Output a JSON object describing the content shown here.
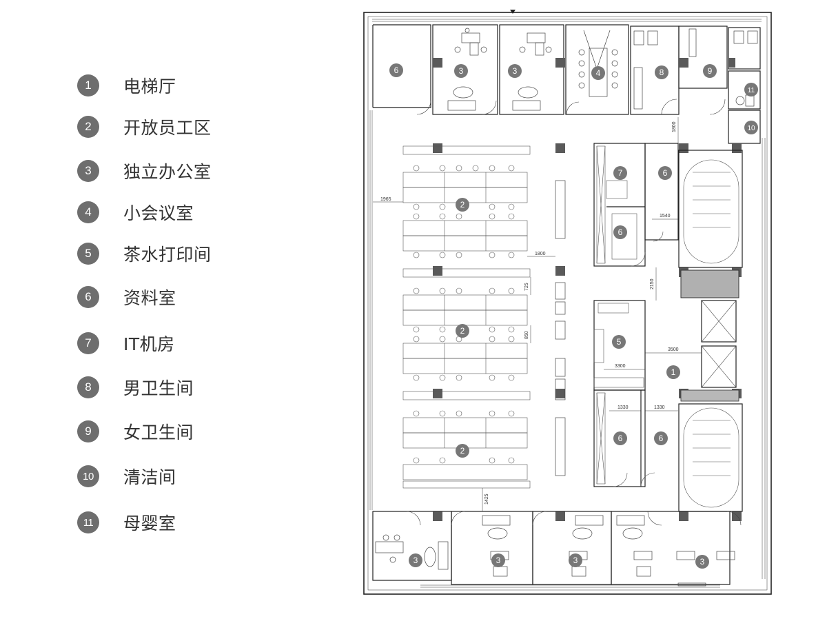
{
  "legend": [
    {
      "num": "1",
      "label": "电梯厅"
    },
    {
      "num": "2",
      "label": "开放员工区"
    },
    {
      "num": "3",
      "label": "独立办公室"
    },
    {
      "num": "4",
      "label": "小会议室"
    },
    {
      "num": "5",
      "label": "茶水打印间"
    },
    {
      "num": "6",
      "label": "资料室"
    },
    {
      "num": "7",
      "label": "IT机房"
    },
    {
      "num": "8",
      "label": "男卫生间"
    },
    {
      "num": "9",
      "label": "女卫生间"
    },
    {
      "num": "10",
      "label": "清洁间"
    },
    {
      "num": "11",
      "label": "母婴室"
    }
  ],
  "plan": {
    "room_markers": [
      {
        "num": "6"
      },
      {
        "num": "3"
      },
      {
        "num": "3"
      },
      {
        "num": "4"
      },
      {
        "num": "8"
      },
      {
        "num": "9"
      },
      {
        "num": "11"
      },
      {
        "num": "10"
      },
      {
        "num": "7"
      },
      {
        "num": "6"
      },
      {
        "num": "6"
      },
      {
        "num": "2"
      },
      {
        "num": "2"
      },
      {
        "num": "5"
      },
      {
        "num": "1"
      },
      {
        "num": "6"
      },
      {
        "num": "6"
      },
      {
        "num": "2"
      },
      {
        "num": "3"
      },
      {
        "num": "3"
      },
      {
        "num": "3"
      },
      {
        "num": "3"
      }
    ],
    "dimensions": {
      "d1965": "1965",
      "d1800a": "1800",
      "d1800b": "1800",
      "d1540": "1540",
      "d2150": "2150",
      "d3500": "3500",
      "d3300": "3300",
      "d1330a": "1330",
      "d1330b": "1330",
      "d1425": "1425",
      "d725": "725",
      "d850": "850"
    }
  }
}
